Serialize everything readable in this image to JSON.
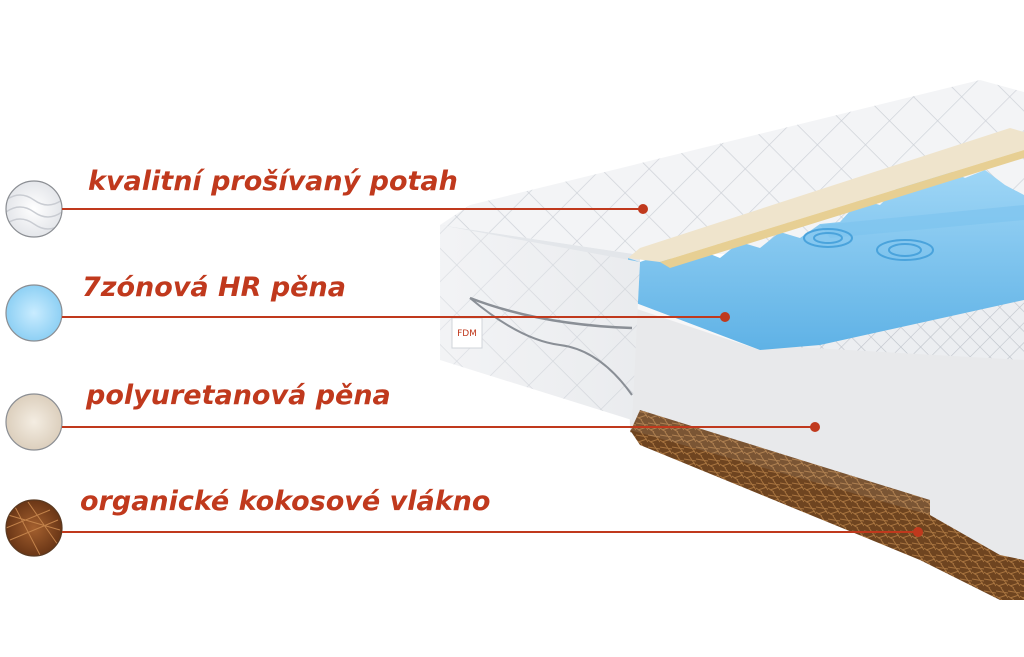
{
  "colors": {
    "accent": "#c0391d",
    "cover": "#eef0f3",
    "hr_foam": "#7fc4ee",
    "pu_foam": "#e9eaec",
    "coconut": "#7a4f2a"
  },
  "layers": [
    {
      "label": "kvalitní prošívaný potah",
      "swatch_icon": "quilted-cover-swatch-icon"
    },
    {
      "label": "7zónová HR pěna",
      "swatch_icon": "blue-foam-swatch-icon"
    },
    {
      "label": "polyuretanová pěna",
      "swatch_icon": "beige-foam-swatch-icon"
    },
    {
      "label": "organické kokosové vlákno",
      "swatch_icon": "coconut-fiber-swatch-icon"
    }
  ],
  "brand_tag": "FDM"
}
